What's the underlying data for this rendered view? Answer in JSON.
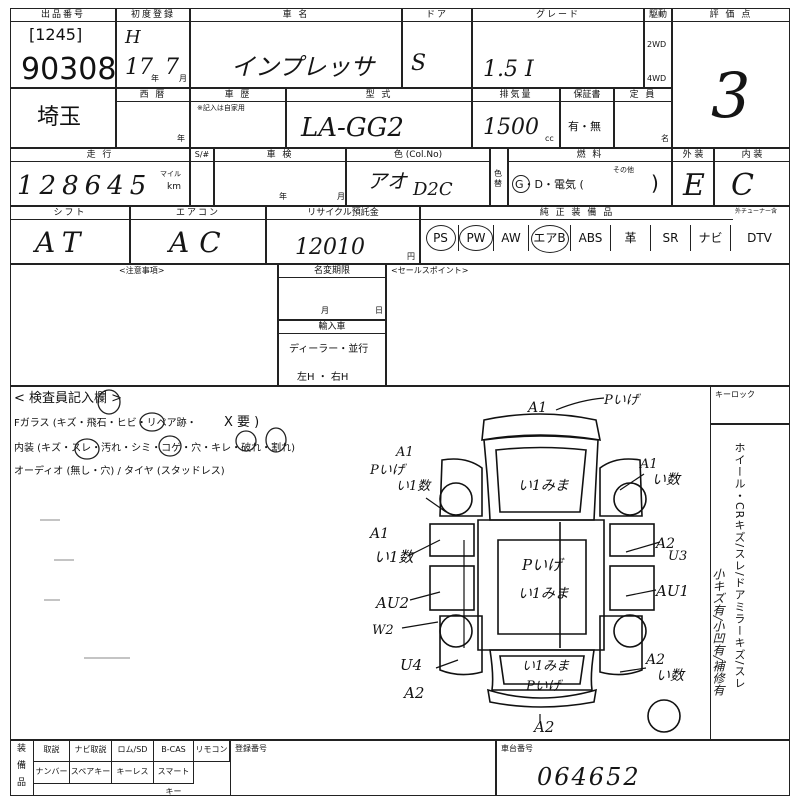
{
  "row1": {
    "lot_label": "出品番号",
    "lot_prefix": "[1245]",
    "lot_number": "90308",
    "first_reg_label": "初度登録",
    "first_reg_era": "H",
    "first_reg_year": "17",
    "first_reg_month": "7",
    "year_mark": "年",
    "month_mark": "月",
    "car_name_label": "車 名",
    "car_name": "インプレッサ",
    "door_label": "ドア",
    "door_value": "S",
    "grade_label": "グレード",
    "grade_value": "1.5 I",
    "drive_label": "駆動",
    "drive_2wd": "2WD",
    "drive_4wd": "4WD",
    "score_label": "評 価 点",
    "score_value": "3"
  },
  "row2": {
    "region": "埼玉",
    "west_label": "西 暦",
    "inspection_label": "車 歴",
    "inspection_note": "※記入は自家用",
    "model_label": "型 式",
    "model_value": "LA-GG2",
    "displacement_label": "排気量",
    "displacement_value": "1500",
    "cc_unit": "cc",
    "warranty_label": "保証書",
    "warranty_value": "有・無",
    "capacity_label": "定 員",
    "person_mark": "名"
  },
  "row3": {
    "mileage_label": "走 行",
    "mileage_value": "128645",
    "mile_unit": "マイル",
    "km_unit": "km",
    "check_label": "S/#",
    "shaken_label": "車 検",
    "color_label": "色 (Col.No)",
    "color_value": "アオ",
    "color_code": "D2C",
    "color_change_label": "色替",
    "fuel_label": "燃 料",
    "fuel_value": "G・D・電気 (",
    "fuel_other": "その他",
    "fuel_close": ")",
    "exterior_label": "外 装",
    "exterior_value": "E",
    "interior_label": "内 装",
    "interior_value": "C"
  },
  "row4": {
    "shift_label": "シフト",
    "shift_value": "AT",
    "ac_label": "エアコン",
    "ac_value": "AC",
    "recycle_label": "リサイクル預託金",
    "recycle_value": "12010",
    "yen_unit": "円",
    "equip_label": "純 正 装 備 品",
    "tuner_label": "外チューナー含",
    "equipment": [
      "PS",
      "PW",
      "AW",
      "エアB",
      "ABS",
      "革",
      "SR",
      "ナビ",
      "DTV"
    ]
  },
  "row5": {
    "notes_label": "<注意事項>",
    "name_change_label": "名変期限",
    "month_label": "月",
    "day_label": "日",
    "import_label": "輸入車",
    "dealer_label": "ディーラー・並行",
    "handle_label": "左H ・ 右H",
    "sales_label": "<セールスポイント>"
  },
  "inspector": {
    "title": "< 検査員記入欄 >",
    "line1": "Fガラス (キズ・飛石・ヒビ・リペア跡・",
    "line1_end": "X 要 )",
    "line2": "内装 (キズ・スレ・汚れ・シミ・コゲ・穴・キレ・破れ・割れ)",
    "line3": "オーディオ (無し・穴) / タイヤ (スタッドレス)",
    "key_lock_label": "キーロック",
    "side_note": "ホイール・CRキズ/スレ/ドアミラーキズ/スレ",
    "side_note_2": "小キズ有/小凹有/補修有"
  },
  "diagram": {
    "front_top": "A1",
    "front_note": "Pいげ",
    "left_front_top": "A1",
    "left_front_mid": "Pいげ",
    "left_front_low": "い1数",
    "hood_note": "い1みま",
    "right_front_top": "A1",
    "right_front_mid": "い数",
    "left_door_1": "A1",
    "left_door_1b": "い1数",
    "left_door_2": "AU2",
    "left_door_3": "W2",
    "roof_top": "Pいげ",
    "roof_mid": "い1みま",
    "right_door_1": "A2",
    "right_door_1b": "U3",
    "right_door_2": "AU1",
    "rear_left_1": "U4",
    "rear_left_2": "A2",
    "trunk_note": "い1みま",
    "trunk_note_2": "Pいげ",
    "rear_right_1": "A2",
    "rear_right_2": "い数",
    "rear_bottom": "A2"
  },
  "bottom": {
    "labels_left": [
      "装",
      "備",
      "品"
    ],
    "row1": [
      "取説",
      "ナビ取説",
      "ロム/SD",
      "B-CAS",
      "リモコン"
    ],
    "row2": [
      "ナンバー",
      "スペアキー",
      "キーレス",
      "スマートキー"
    ],
    "reg_number_label": "登録番号",
    "chassis_label": "車台番号",
    "chassis_value": "064652"
  }
}
